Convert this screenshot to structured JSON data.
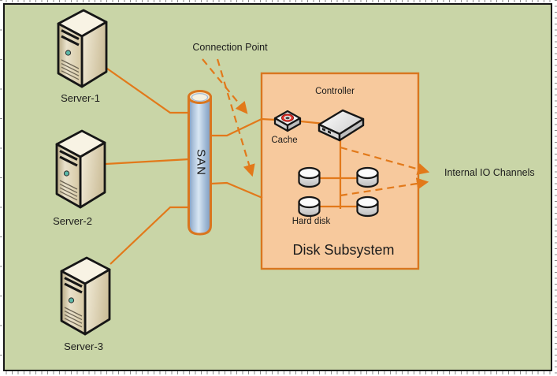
{
  "diagram": {
    "servers": [
      {
        "label": "Server-1"
      },
      {
        "label": "Server-2"
      },
      {
        "label": "Server-3"
      }
    ],
    "san": {
      "label": "SAN"
    },
    "annotations": {
      "connection_point": "Connection Point",
      "internal_io_channels": "Internal IO Channels"
    },
    "disk_subsystem": {
      "title": "Disk Subsystem",
      "controller_label": "Controller",
      "cache_label": "Cache",
      "hard_disk_label": "Hard disk"
    },
    "icons": {
      "server": "server-tower-icon",
      "san": "san-cylinder-icon",
      "controller": "controller-unit-icon",
      "cache": "cache-module-icon",
      "hard_disk": "hard-disk-cylinder-icon"
    },
    "colors": {
      "canvas_background": "#c9d5a7",
      "connector_orange": "#e2791a",
      "subsystem_fill": "#f7c99d",
      "subsystem_border": "#d9761f",
      "san_cylinder_blue": "#9db8d8",
      "cache_ring_red": "#e03028",
      "outline_black": "#161616"
    }
  }
}
